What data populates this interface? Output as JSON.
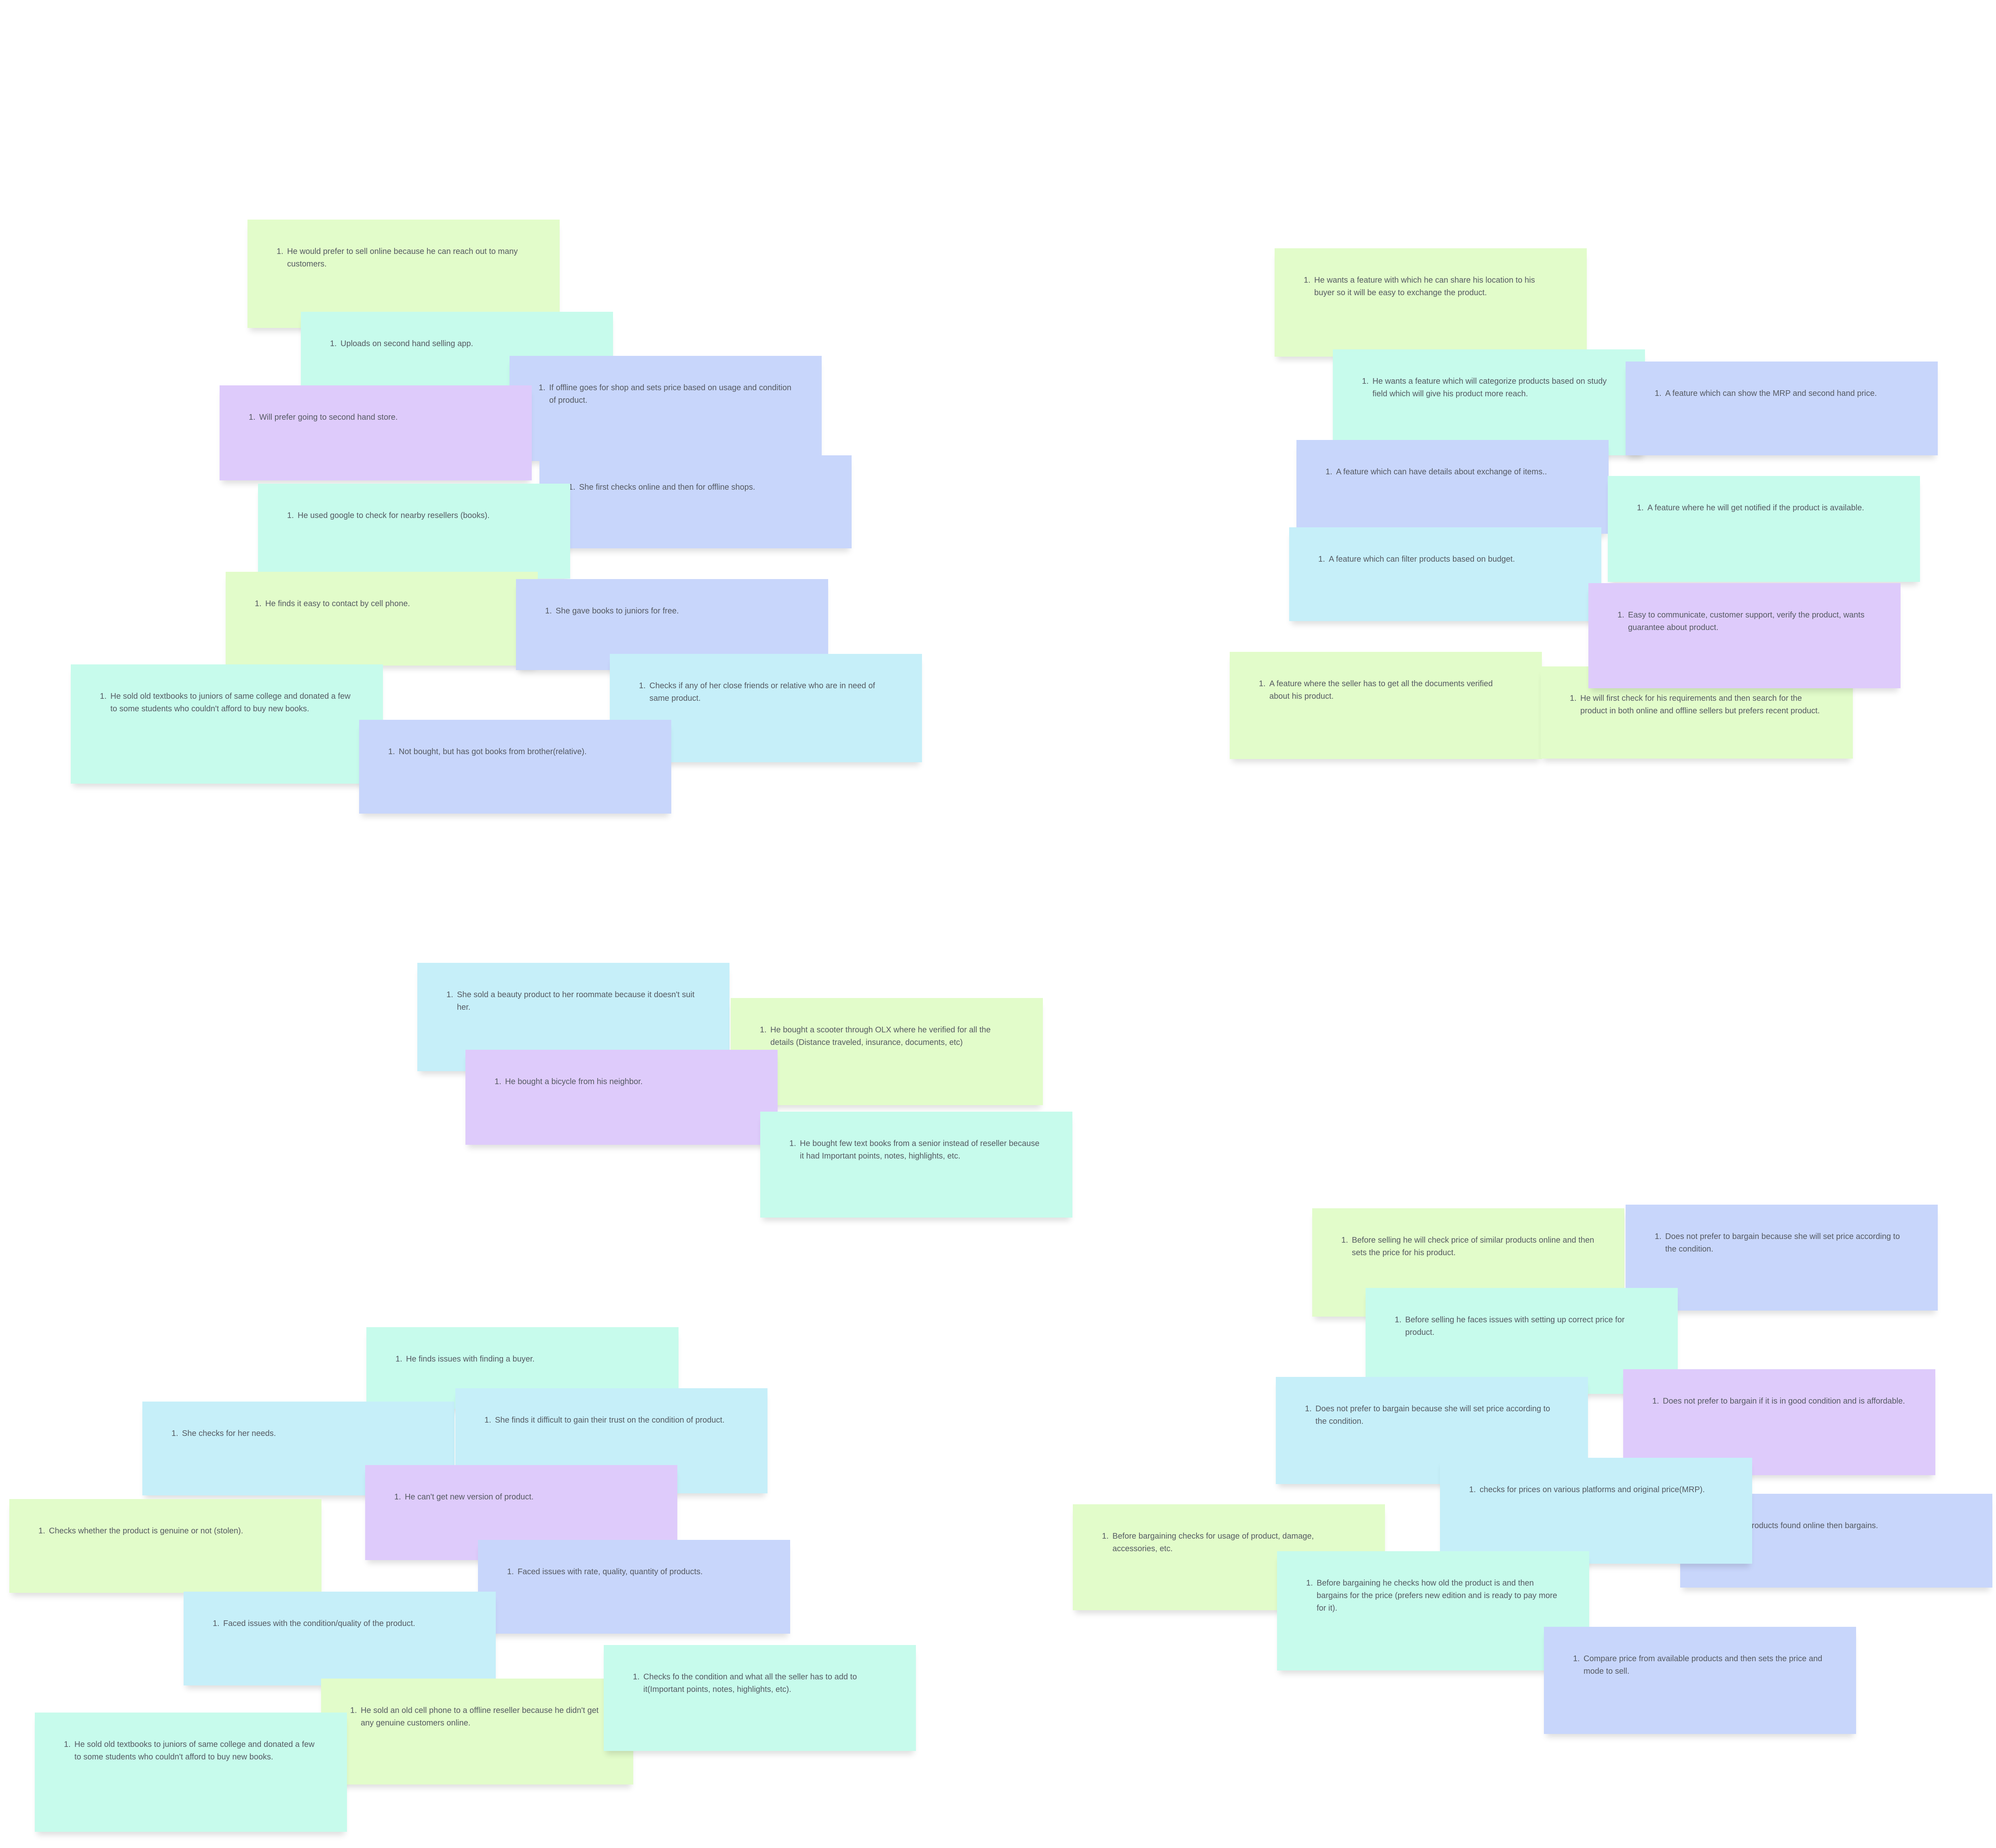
{
  "colors": {
    "lime": "#e2fcca",
    "mint": "#c7fbec",
    "blue": "#c8d6fb",
    "sky": "#c6eff9",
    "purple": "#decbfb",
    "text": "#555a62",
    "background": "#ffffff"
  },
  "list_marker": "1.",
  "notes": [
    {
      "color": "lime",
      "text": "He would prefer to sell online because he can reach out to many customers."
    },
    {
      "color": "mint",
      "text": "Uploads on second hand selling app."
    },
    {
      "color": "blue",
      "text": "If offline goes for shop and sets price based on usage and condition of product."
    },
    {
      "color": "purple",
      "text": "Will prefer going to second hand store."
    },
    {
      "color": "blue",
      "text": "She first checks online and then for offline shops."
    },
    {
      "color": "mint",
      "text": "He used google to check for nearby resellers (books)."
    },
    {
      "color": "lime",
      "text": "He finds it easy to contact by cell phone."
    },
    {
      "color": "blue",
      "text": "She gave books to juniors for free."
    },
    {
      "color": "sky",
      "text": "Checks if any of her close friends or relative who are in need of same product."
    },
    {
      "color": "mint",
      "text": "He sold old textbooks to juniors of same college and donated a few to some students who couldn't afford to buy new books."
    },
    {
      "color": "blue",
      "text": "Not bought, but has got books from brother(relative)."
    },
    {
      "color": "lime",
      "text": "He wants a feature with which he can share his location to his buyer so it will be easy to exchange the product."
    },
    {
      "color": "mint",
      "text": "He wants a feature which will categorize products based on study field which will give his product more reach."
    },
    {
      "color": "blue",
      "text": "A feature which can show the MRP and second hand price."
    },
    {
      "color": "blue",
      "text": "A feature which can have details about exchange of items.."
    },
    {
      "color": "mint",
      "text": "A feature where he will get notified if the product is available."
    },
    {
      "color": "sky",
      "text": "A feature which can filter products based on budget."
    },
    {
      "color": "lime",
      "text": "A feature where the seller has to get all the documents verified about his product."
    },
    {
      "color": "lime",
      "text": "He will first check for his requirements and then search for the product in both online and offline sellers but prefers recent product."
    },
    {
      "color": "purple",
      "text": "Easy to communicate, customer support, verify the product, wants guarantee about product."
    },
    {
      "color": "sky",
      "text": "She sold a beauty product to her roommate because it doesn't suit her."
    },
    {
      "color": "lime",
      "text": "He bought a scooter through OLX where he verified for all the details (Distance traveled, insurance, documents, etc)"
    },
    {
      "color": "purple",
      "text": "He bought a bicycle from his neighbor."
    },
    {
      "color": "mint",
      "text": "He bought few text books from a senior instead of reseller because it had Important points, notes, highlights, etc."
    },
    {
      "color": "mint",
      "text": "He finds issues with finding a buyer."
    },
    {
      "color": "sky",
      "text": "She checks for her needs."
    },
    {
      "color": "sky",
      "text": "She finds it difficult to gain their trust on the condition of product."
    },
    {
      "color": "lime",
      "text": "Checks whether the product is genuine or not (stolen)."
    },
    {
      "color": "purple",
      "text": "He can't get new version of product."
    },
    {
      "color": "blue",
      "text": "Faced issues with rate, quality, quantity of products."
    },
    {
      "color": "sky",
      "text": "Faced issues with the condition/quality of the product."
    },
    {
      "color": "lime",
      "text": "He sold an old cell phone to a offline reseller because he didn't get any genuine customers online."
    },
    {
      "color": "mint",
      "text": "Checks fo the condition and what all the seller has to add to it(Important points, notes, highlights, etc)."
    },
    {
      "color": "mint",
      "text": "He sold old textbooks to juniors of same college and donated a few to some students who couldn't afford to buy new books."
    },
    {
      "color": "lime",
      "text": "Before selling he will check price of similar products online and then sets the price for his product."
    },
    {
      "color": "blue",
      "text": "Does not prefer to bargain because she will set price according to the condition."
    },
    {
      "color": "mint",
      "text": "Before selling he faces issues with setting up correct price for product."
    },
    {
      "color": "sky",
      "text": "Does not prefer to bargain because she will set price according to the condition."
    },
    {
      "color": "purple",
      "text": "Does not prefer to bargain if it is in good condition and is affordable."
    },
    {
      "color": "blue",
      "text": "es with products found online then bargains."
    },
    {
      "color": "sky",
      "text": "checks for prices on various platforms  and original price(MRP)."
    },
    {
      "color": "lime",
      "text": "Before bargaining checks for usage of product, damage, accessories, etc."
    },
    {
      "color": "mint",
      "text": "Before bargaining he checks how old the product is and then bargains for the price (prefers new edition and is ready to pay more for it)."
    },
    {
      "color": "blue",
      "text": "Compare price from available products and then sets the price and mode to sell."
    }
  ]
}
